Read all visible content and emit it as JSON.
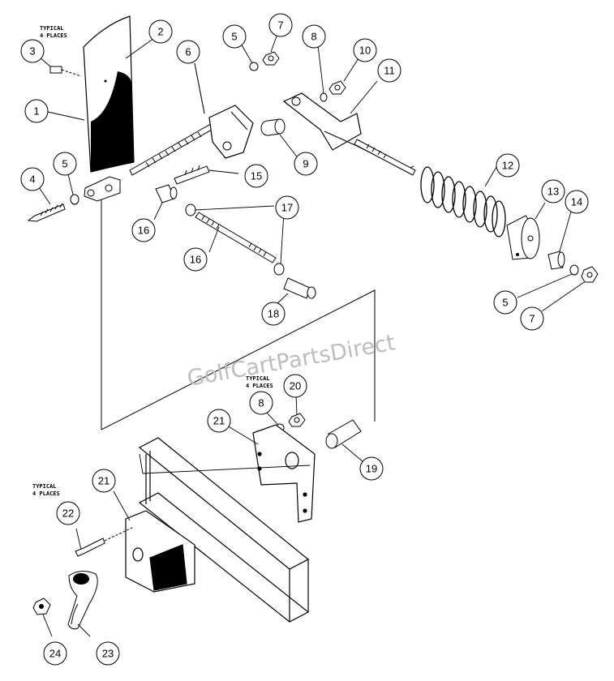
{
  "watermark": "GolfCartPartsDirect",
  "notes": {
    "top_left": [
      "TYPICAL",
      "4 PLACES"
    ],
    "middle": [
      "TYPICAL",
      "4 PLACES"
    ],
    "bottom_left": [
      "TYPICAL",
      "4 PLACES"
    ]
  },
  "callouts": {
    "c1": "1",
    "c2": "2",
    "c3": "3",
    "c4": "4",
    "c5a": "5",
    "c5b": "5",
    "c5c": "5",
    "c6": "6",
    "c7a": "7",
    "c7b": "7",
    "c8a": "8",
    "c8b": "8",
    "c9": "9",
    "c10": "10",
    "c11": "11",
    "c12": "12",
    "c13": "13",
    "c14": "14",
    "c15": "15",
    "c16a": "16",
    "c16b": "16",
    "c17": "17",
    "c18": "18",
    "c19": "19",
    "c20": "20",
    "c21a": "21",
    "c21b": "21",
    "c22": "22",
    "c23": "23",
    "c24": "24"
  },
  "colors": {
    "ink": "#000000",
    "watermark": "#bdbdbd",
    "paper": "#ffffff"
  }
}
